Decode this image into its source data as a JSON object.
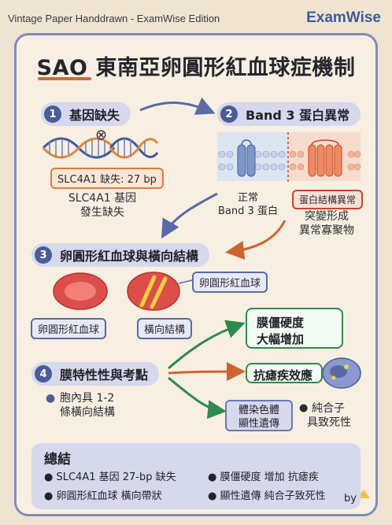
{
  "header": {
    "subtitle": "Vintage Paper Handdrawn - ExamWise Edition",
    "brand": "ExamWise"
  },
  "title": "SAO 東南亞卵圓形紅血球症機制",
  "steps": [
    {
      "num": "1",
      "label": "基因缺失"
    },
    {
      "num": "2",
      "label": "Band 3 蛋白異常"
    },
    {
      "num": "3",
      "label": "卵圓形紅血球與橫向結構"
    },
    {
      "num": "4",
      "label": "膜特性性與考點"
    }
  ],
  "step1": {
    "mutation_tag": "SLC4A1 缺失: 27 bp",
    "caption_line1": "SLC4A1 基因",
    "caption_line2": "發生缺失",
    "x_mark": "⊗"
  },
  "step2": {
    "normal_line1": "正常",
    "normal_line2": "Band 3 蛋白",
    "abnormal_tag": "蛋白結構異常",
    "abnormal_line1": "突變形成",
    "abnormal_line2": "異常寡聚物"
  },
  "step3": {
    "cell_tag": "卵圓形紅血球",
    "cell_label": "卵圓形紅血球",
    "band_label": "橫向結構"
  },
  "step4": {
    "bullet_line1": "胞內具 1-2",
    "bullet_line2": "條橫向結構",
    "rigidity_line1": "膜僵硬度",
    "rigidity_line2": "大幅增加",
    "malaria": "抗瘧疾效應",
    "inherit_line1": "體染色體",
    "inherit_line2": "顯性遺傳",
    "homo_line1": "純合子",
    "homo_line2": "具致死性"
  },
  "summary": {
    "heading": "總結",
    "items": [
      "SLC4A1 基因 27-bp 缺失",
      "膜僵硬度 增加 抗瘧疾",
      "卵圓形紅血球 橫向帶狀",
      "顯性遺傳 純合子致死性"
    ]
  },
  "footer": {
    "by": "by"
  },
  "colors": {
    "accent": "#4b5c9a",
    "orange": "#e07b3e",
    "green": "#2e8b4e",
    "red": "#c9442e"
  }
}
